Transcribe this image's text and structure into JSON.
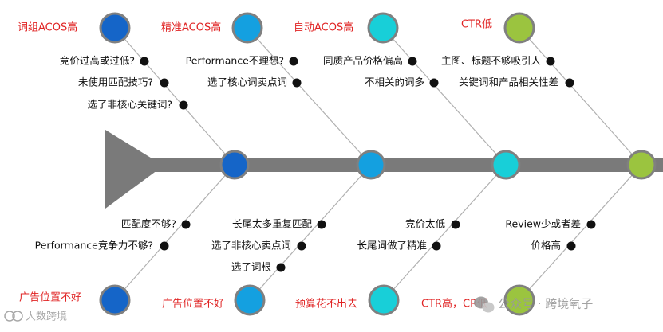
{
  "colors": {
    "label_red": "#e02424",
    "spine": "#7a7a7a",
    "bone": "#b0b0b0",
    "dot": "#111111",
    "ring": "#808080",
    "blue_dark": "#1565c8",
    "blue_light": "#14a0e0",
    "cyan": "#18cfd8",
    "green": "#9bc43f"
  },
  "top_categories": [
    {
      "label": "词组ACOS高",
      "color": "#1565c8",
      "causes": [
        "竞价过高或过低?",
        "未使用匹配技巧?",
        "选了非核心关键词?"
      ]
    },
    {
      "label": "精准ACOS高",
      "color": "#14a0e0",
      "causes": [
        "Performance不理想?",
        "选了核心词卖点词"
      ]
    },
    {
      "label": "自动ACOS高",
      "color": "#18cfd8",
      "causes": [
        "同质产品价格偏高",
        "不相关的词多"
      ]
    },
    {
      "label": "CTR低",
      "color": "#9bc43f",
      "causes": [
        "主图、标题不够吸引人",
        "关键词和产品相关性差"
      ]
    }
  ],
  "bottom_categories": [
    {
      "label": "广告位置不好",
      "color": "#1565c8",
      "causes": [
        "匹配度不够?",
        "Performance竞争力不够?"
      ]
    },
    {
      "label": "广告位置不好",
      "color": "#14a0e0",
      "causes": [
        "长尾太多重复匹配",
        "选了非核心卖点词",
        "选了词根"
      ]
    },
    {
      "label": "预算花不出去",
      "color": "#18cfd8",
      "causes": [
        "竞价太低",
        "长尾词做了精准"
      ]
    },
    {
      "label": "CTR高，CR低",
      "color": "#9bc43f",
      "causes": [
        "Review少或者差",
        "价格高"
      ]
    }
  ],
  "watermarks": {
    "bottom_left": "大数跨境",
    "bottom_right": "公众号 · 跨境氧子"
  }
}
